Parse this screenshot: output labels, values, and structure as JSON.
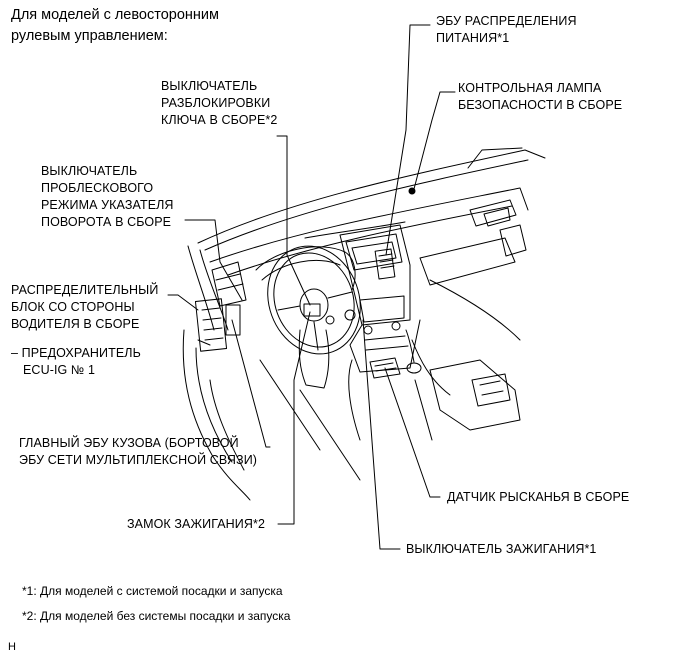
{
  "header": {
    "line1": "Для моделей с левосторонним",
    "line2": "рулевым управлением:"
  },
  "labels": {
    "unlock_switch": [
      "ВЫКЛЮЧАТЕЛЬ",
      "РАЗБЛОКИРОВКИ",
      "КЛЮЧА В СБОРЕ*2"
    ],
    "power_ecu": [
      "ЭБУ РАСПРЕДЕЛЕНИЯ",
      "ПИТАНИЯ*1"
    ],
    "security_lamp": [
      "КОНТРОЛЬНАЯ ЛАМПА",
      "БЕЗОПАСНОСТИ В СБОРЕ"
    ],
    "hazard_switch": [
      "ВЫКЛЮЧАТЕЛЬ",
      "ПРОБЛЕСКОВОГО",
      "РЕЖИМА УКАЗАТЕЛЯ",
      "ПОВОРОТА В СБОРЕ"
    ],
    "junction_block": [
      "РАСПРЕДЕЛИТЕЛЬНЫЙ",
      "БЛОК СО СТОРОНЫ",
      "ВОДИТЕЛЯ В СБОРЕ"
    ],
    "fuse": [
      "– ПРЕДОХРАНИТЕЛЬ",
      "ECU-IG № 1"
    ],
    "body_ecu": [
      "ГЛАВНЫЙ ЭБУ КУЗОВА (БОРТОВОЙ",
      "ЭБУ СЕТИ МУЛЬТИПЛЕКСНОЙ СВЯЗИ)"
    ],
    "yaw_sensor": "ДАТЧИК РЫСКАНЬЯ В СБОРЕ",
    "ignition_lock": "ЗАМОК ЗАЖИГАНИЯ*2",
    "ignition_switch": "ВЫКЛЮЧАТЕЛЬ ЗАЖИГАНИЯ*1"
  },
  "footnotes": {
    "note1": "*1: Для моделей с системой посадки и запуска",
    "note2": "*2: Для моделей без системы посадки и запуска"
  },
  "corner_mark": "H"
}
